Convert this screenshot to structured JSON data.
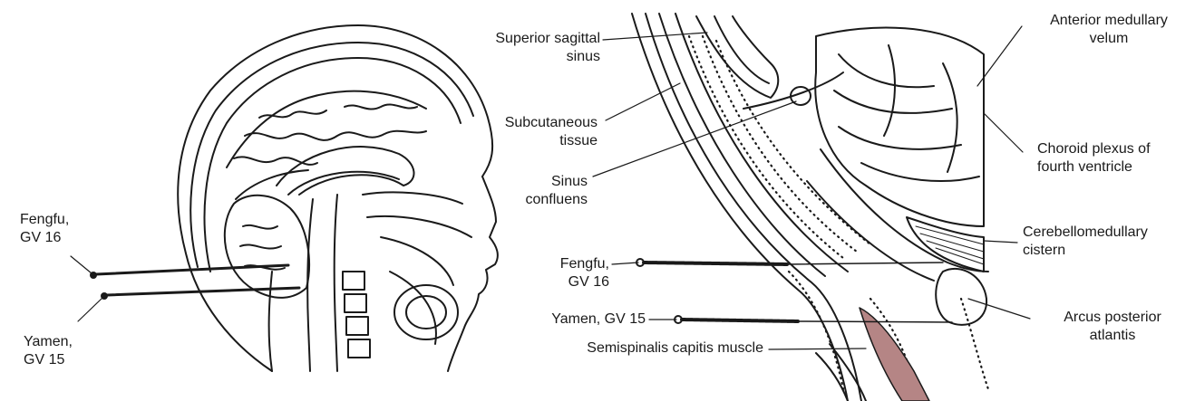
{
  "figure": {
    "left_panel": {
      "fengfu": "Fengfu,\nGV 16",
      "yamen": "Yamen,\nGV 15"
    },
    "right_panel": {
      "superior_sagittal_sinus": "Superior sagittal\nsinus",
      "subcutaneous_tissue": "Subcutaneous\ntissue",
      "sinus_confluens": "Sinus\nconfluens",
      "fengfu": "Fengfu,\nGV 16",
      "yamen": "Yamen, GV 15",
      "semispinalis": "Semispinalis capitis muscle",
      "anterior_medullary_velum": "Anterior medullary\nvelum",
      "choroid_plexus": "Choroid plexus of\nfourth ventricle",
      "cerebellomedullary_cistern": "Cerebellomedullary\ncistern",
      "arcus_posterior_atlantis": "Arcus posterior\natlantis"
    },
    "colors": {
      "ink": "#1a1a1a",
      "muscle": "#b58585"
    }
  }
}
